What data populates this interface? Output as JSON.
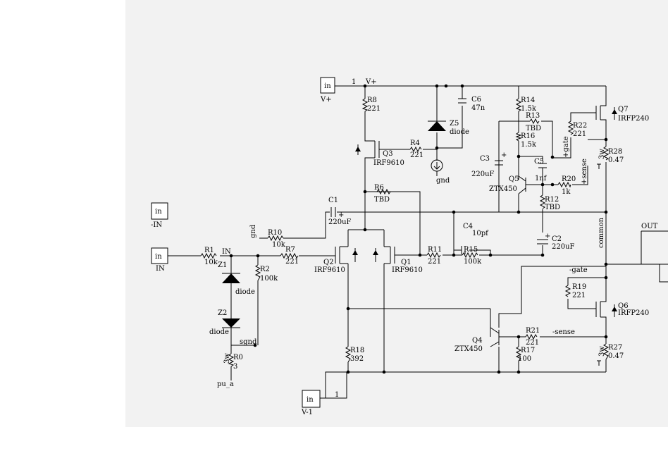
{
  "ports": {
    "vplus_in": "in",
    "vplus_label": "V+",
    "vplus_pin": "1",
    "minus_in": "in",
    "minus_label": "-IN",
    "in_in": "in",
    "in_label": "IN",
    "vminus_in": "in",
    "vminus_label": "V-1",
    "vminus_pin": "1"
  },
  "nets": {
    "vplus": "V+",
    "in": "IN",
    "gnd1": "gnd",
    "gnd2": "gnd",
    "sgnd": "sgnd",
    "common": "common",
    "out": "OUT",
    "gate_p": "+gate",
    "sense_p": "+sense",
    "gate_m": "-gate",
    "sense_m": "-sense",
    "pu": "pu_a"
  },
  "parts": {
    "R1": {
      "ref": "R1",
      "val": "10k"
    },
    "R2": {
      "ref": "R2",
      "val": "100k"
    },
    "R0": {
      "ref": "R0",
      "val": "3",
      "rating": "3w"
    },
    "R4": {
      "ref": "R4",
      "val": "221"
    },
    "R6": {
      "ref": "R6",
      "val": "TBD"
    },
    "R7": {
      "ref": "R7",
      "val": "221"
    },
    "R8": {
      "ref": "R8",
      "val": "221"
    },
    "R10": {
      "ref": "R10",
      "val": "10k"
    },
    "R11": {
      "ref": "R11",
      "val": "221"
    },
    "R12": {
      "ref": "R12",
      "val": "TBD"
    },
    "R13": {
      "ref": "R13",
      "val": "TBD"
    },
    "R14": {
      "ref": "R14",
      "val": "1.5k"
    },
    "R15": {
      "ref": "R15",
      "val": "100k"
    },
    "R16": {
      "ref": "R16",
      "val": "1.5k"
    },
    "R17": {
      "ref": "R17",
      "val": "100"
    },
    "R18": {
      "ref": "R18",
      "val": "392"
    },
    "R19": {
      "ref": "R19",
      "val": "221"
    },
    "R20": {
      "ref": "R20",
      "val": "1k"
    },
    "R21": {
      "ref": "R21",
      "val": "221"
    },
    "R22": {
      "ref": "R22",
      "val": "221"
    },
    "R27": {
      "ref": "R27",
      "val": "0.47",
      "rating": "3w"
    },
    "R28": {
      "ref": "R28",
      "val": "0.47",
      "rating": "3w"
    },
    "C1": {
      "ref": "C1",
      "val": "220uF"
    },
    "C2": {
      "ref": "C2",
      "val": "220uF"
    },
    "C3": {
      "ref": "C3",
      "val": "220uF"
    },
    "C4": {
      "ref": "C4",
      "val": "10pf"
    },
    "C5": {
      "ref": "C5",
      "val": "1nf"
    },
    "C6": {
      "ref": "C6",
      "val": "47n"
    },
    "Z1": {
      "ref": "Z1",
      "val": "diode"
    },
    "Z2": {
      "ref": "Z2",
      "val": "diode"
    },
    "Z5": {
      "ref": "Z5",
      "val": "diode"
    },
    "Q1": {
      "ref": "Q1",
      "val": "IRF9610"
    },
    "Q2": {
      "ref": "Q2",
      "val": "IRF9610"
    },
    "Q3": {
      "ref": "Q3",
      "val": "IRF9610"
    },
    "Q4": {
      "ref": "Q4",
      "val": "ZTX450"
    },
    "Q5": {
      "ref": "Q5",
      "val": "ZTX450"
    },
    "Q6": {
      "ref": "Q6",
      "val": "IRFP240"
    },
    "Q7": {
      "ref": "Q7",
      "val": "IRFP240"
    }
  }
}
